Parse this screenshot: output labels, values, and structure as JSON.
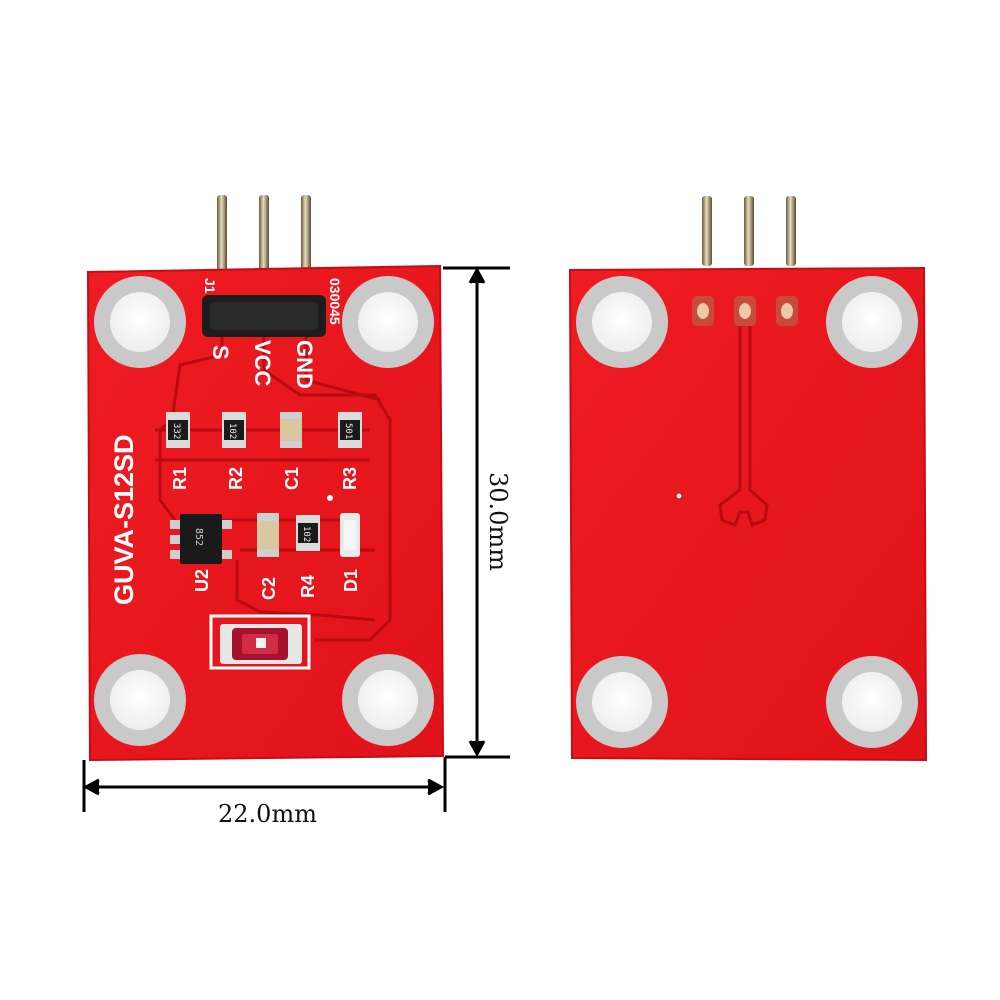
{
  "colors": {
    "pcb_red": "#e8141c",
    "pcb_edge": "#c80c14",
    "trace_red": "#b80a10",
    "silkscreen": "#ffffff",
    "pad_silver": "#c9c9c9",
    "dimension_line": "#000000"
  },
  "front_board": {
    "title": "GUVA-S12SD",
    "header_code": "030045",
    "header_ref": "J1",
    "pin_labels": [
      "S",
      "VCC",
      "GND"
    ],
    "components": [
      {
        "ref": "R1",
        "marking": "332"
      },
      {
        "ref": "R2",
        "marking": "102"
      },
      {
        "ref": "C1",
        "marking": ""
      },
      {
        "ref": "R3",
        "marking": "501"
      },
      {
        "ref": "U2",
        "marking": "852"
      },
      {
        "ref": "C2",
        "marking": ""
      },
      {
        "ref": "R4",
        "marking": "102"
      },
      {
        "ref": "D1",
        "marking": ""
      }
    ]
  },
  "back_board": {
    "pads": 3
  },
  "dimensions": {
    "width": "22.0mm",
    "height": "30.0mm"
  }
}
